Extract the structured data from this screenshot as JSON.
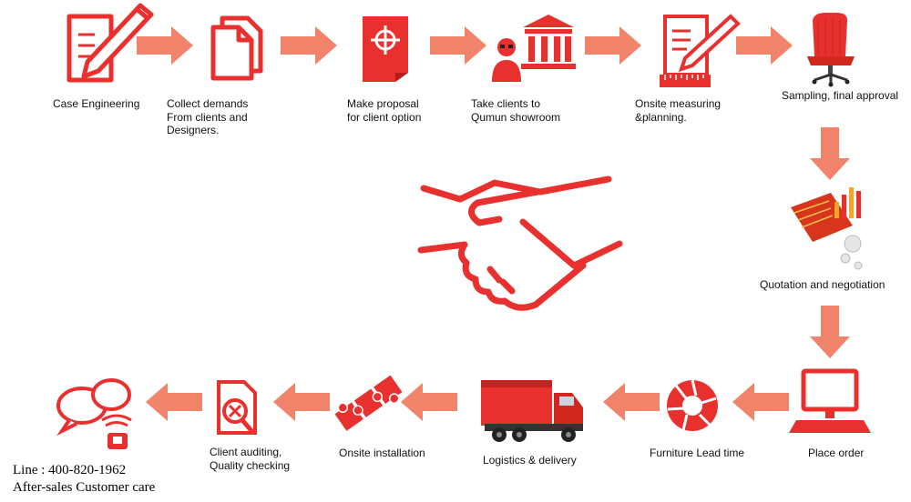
{
  "colors": {
    "accent": "#e8302e",
    "arrow": "#f2836b",
    "text": "#111111"
  },
  "steps": [
    {
      "id": "case-engineering",
      "icon": "document-pen-icon",
      "lines": [
        "Case Engineering"
      ]
    },
    {
      "id": "collect-demands",
      "icon": "documents-icon",
      "lines": [
        "Collect demands",
        "From clients and",
        "Designers."
      ]
    },
    {
      "id": "make-proposal",
      "icon": "target-document-icon",
      "lines": [
        "Make proposal",
        "for client option"
      ]
    },
    {
      "id": "take-clients",
      "icon": "showroom-icon",
      "lines": [
        "Take clients to",
        "Qumun showroom"
      ]
    },
    {
      "id": "onsite-measuring",
      "icon": "measuring-document-icon",
      "lines": [
        "Onsite measuring",
        "&planning."
      ]
    },
    {
      "id": "sampling",
      "icon": "office-chair-icon",
      "lines": [
        "Sampling, final approval"
      ]
    },
    {
      "id": "quotation",
      "icon": "quotation-chart-icon",
      "lines": [
        "Quotation and negotiation"
      ]
    },
    {
      "id": "place-order",
      "icon": "computer-monitor-icon",
      "lines": [
        "Place order"
      ]
    },
    {
      "id": "lead-time",
      "icon": "shutter-icon",
      "lines": [
        "Furniture Lead time"
      ]
    },
    {
      "id": "logistics",
      "icon": "delivery-truck-icon",
      "lines": [
        "Logistics & delivery"
      ]
    },
    {
      "id": "installation",
      "icon": "puzzle-icon",
      "lines": [
        "Onsite installation"
      ]
    },
    {
      "id": "auditing",
      "icon": "document-search-icon",
      "lines": [
        "Client auditing,",
        "Quality checking"
      ]
    },
    {
      "id": "customer-care",
      "icon": "chat-phone-icon",
      "lines": []
    }
  ],
  "center_icon": "handshake-icon",
  "contact": {
    "line": "Line : 400-820-1962",
    "care": "After-sales Customer care"
  }
}
